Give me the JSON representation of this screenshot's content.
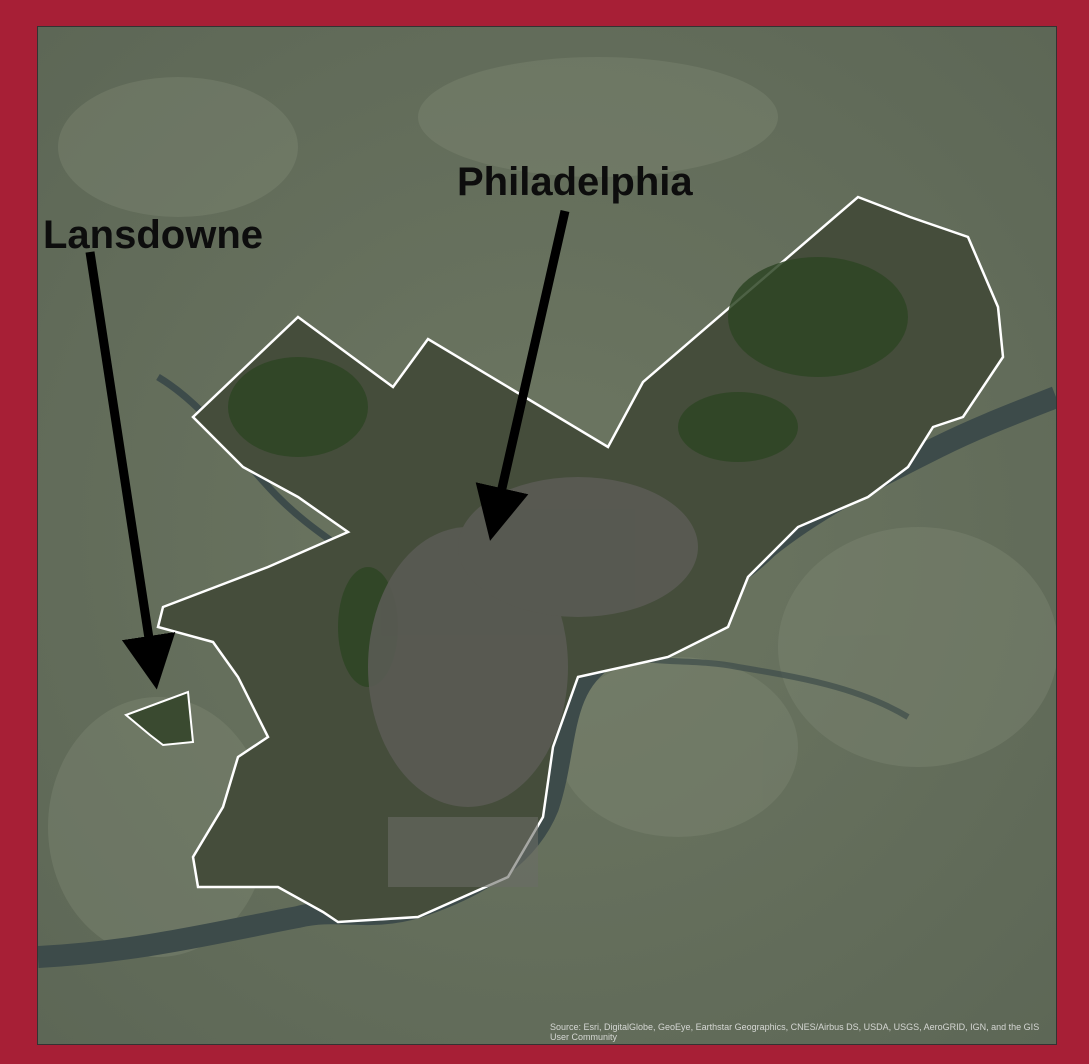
{
  "colors": {
    "frame": "#a71f36",
    "map_background": "#66705d",
    "suburb_green": "#5b6a4f",
    "city_dark": "#3c4534",
    "city_core": "#55574f",
    "park_green": "#2d4724",
    "river": "#3a4a4a",
    "boundary": "#ffffff",
    "arrow": "#000000"
  },
  "labels": {
    "philadelphia": "Philadelphia",
    "lansdowne": "Lansdowne"
  },
  "attribution": "Source: Esri, DigitalGlobe, GeoEye, Earthstar Geographics, CNES/Airbus DS, USDA, USGS, AeroGRID, IGN, and the GIS User Community",
  "icons": {
    "arrow": "arrow-icon"
  }
}
